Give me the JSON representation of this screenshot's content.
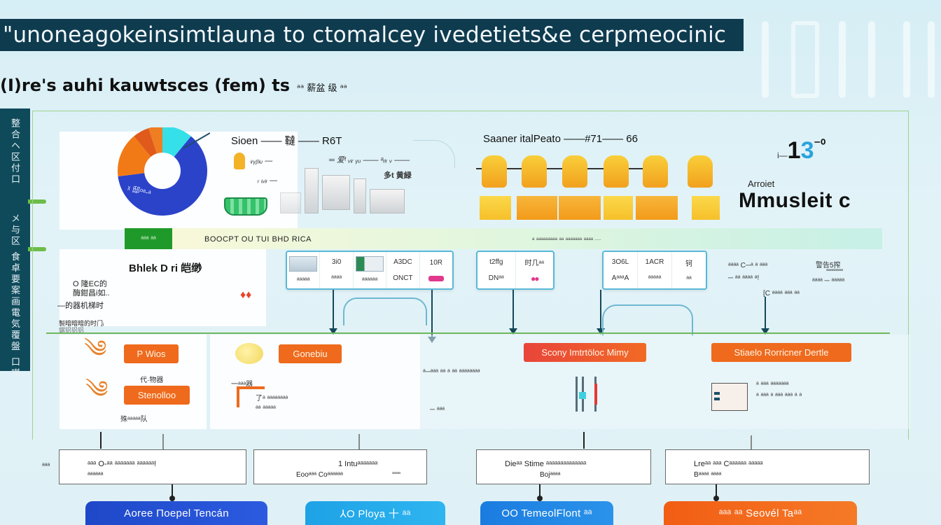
{
  "header": {
    "title": "\"unoneagokeinsimtlauna to ctomalcey ivedetiets&e cerpmeocinic",
    "subtitle": "(I)re's auhi kauwtsces (fem) ts",
    "subtitle_tail": "ᵃᵃ  薪盆   级 ᵃᵃ"
  },
  "sidebar": {
    "labels": [
      "整合ヘ区付口",
      "メ与区 食卓要案画電気覆盤 口㘇"
    ]
  },
  "donut_chart": {
    "label": "ᵡ 邸ᵒᵃ-ᵃ",
    "segments": [
      {
        "name": "blue",
        "share": 0.62,
        "color": "#2b43c9"
      },
      {
        "name": "orange",
        "share": 0.16,
        "color": "#f27a16"
      },
      {
        "name": "dark-orange",
        "share": 0.06,
        "color": "#e05a1c"
      },
      {
        "name": "amber",
        "share": 0.05,
        "color": "#ef7d22"
      },
      {
        "name": "cyan",
        "share": 0.11,
        "color": "#36e0e8"
      }
    ]
  },
  "top_section_a": {
    "title": "Sioen —— 韃 —— R6T",
    "annotations": [
      "ᵢᵣᵧᵦᵢᵤ —",
      "═ 爱ᵗ ᵥᵢᵣ ᵧᵤ —— ᵃᵣᵢᵣ ᵥ ——",
      "ᵣ ᵢᵥᵢᵣ —",
      "多t 黄緑"
    ]
  },
  "top_section_b": {
    "title": "Saaner italPeato ——#71—— 66"
  },
  "stat": {
    "prefix": "i—",
    "value_main": "1",
    "value_accent": "3",
    "value_suffix": "⁻⁰",
    "caption": "Arroiet",
    "title": "Mmusleit c"
  },
  "band": {
    "tag": "ᵃᵃᵃ ᵃᵃ",
    "text": "BOOCPT OU TUI BHD RICA",
    "text_right": "ᵃ ᵃᵃᵃᵃᵃᵃᵃᵃᵃ ᵃᵃ ᵃᵃᵃᵃᵃᵃᵃ ᵃᵃᵃᵃ ···"
  },
  "mid_panel": {
    "heading": "Bhlek D ri 皑缈",
    "lines": [
      "O 隆EC的",
      "酶鉗昌i如..",
      "—的器机梯时",
      "製暗暗暗的时门ᵢ",
      "鋸铝铝铝"
    ]
  },
  "card_strips": [
    {
      "cells": [
        {
          "top": "thumb",
          "bottom": "ᵃᵃᵃᵃᵃ"
        },
        {
          "top": "3i0",
          "bottom": "ᵃᵃᵃᵃ"
        },
        {
          "top": "thumb-green",
          "bottom": "ᵃᵃᵃᵃᵃᵃ"
        },
        {
          "top": "A3DC",
          "bottom": "ONCT"
        },
        {
          "top": "10R",
          "bottom": "pink"
        }
      ]
    },
    {
      "cells": [
        {
          "top": "t2ffg",
          "bottom": "DNᵃᵃ"
        },
        {
          "top": "时几ᵃᵃ",
          "bottom": "pink-dots"
        }
      ]
    },
    {
      "cells": [
        {
          "top": "3O6L",
          "bottom": "AᵃᵃᵃA"
        },
        {
          "top": "1ACR",
          "bottom": "ᵃᵃᵃᵃᵃ"
        },
        {
          "top": "钶",
          "bottom": "ᵃᵃ"
        }
      ]
    }
  ],
  "side_notes": [
    "ᵃᵃᵃᵃ C─ᵃ ᵃ ᵃᵃᵃ",
    "─ ᵃᵃ ᵃᵃᵃᵃ ᵃ!",
    "警告5搾",
    "ᵃᵃᵃᵃᵃᵃᵃᵃ",
    "ᵃᵃᵃᵃ ─ ᵃᵃᵃᵃᵃ",
    "[C ᵃᵃᵃᵃ ᵃᵃᵃ ᵃᵃ"
  ],
  "lower": {
    "tags": [
      "P Wios",
      "Stenolloo",
      "Gonebiu",
      "Scony Imtrtöloc Mimy",
      "Stiaelo Rorricner Dertle"
    ],
    "left_notes": [
      "代·物器",
      "殊ᵃᵃᵃᵃᵃ队"
    ],
    "mid_notes": [
      "一ᵃᵃᵃ器",
      "了ᵃ ᵃᵃᵃᵃᵃᵃᵃᵃ",
      "ᵃᵃ ᵃᵃᵃᵃᵃ"
    ],
    "right_notes": [
      "ᵃ─ᵃᵃᵃ ᵃᵃ ᵃ ᵃᵃ ᵃᵃᵃᵃᵃᵃᵃᵃ",
      "─ ᵃᵃᵃ",
      "ᵃ ᵃᵃᵃ ᵃᵃᵃᵃᵃᵃᵃ",
      "ᵃ ᵃᵃᵃ ᵃ ᵃᵃᵃ ᵃᵃᵃ ᵃ ᵃ"
    ]
  },
  "steps": [
    {
      "line1": "ᵃᵃᵃ O-ᵃᵃ ᵃᵃᵃᵃᵃᵃᵃ ᵃᵃᵃᵃᵃᵃ!",
      "line2": "ᵃᵃᵃᵃᵃᵃ",
      "left_label": "ᵃᵃᵃ"
    },
    {
      "line1": "1 Intuᵃᵃᵃᵃᵃᵃᵃ",
      "line2": "Eooᵃᵃᵃ Coᵃᵃᵃᵃᵃᵃ",
      "aside": "ᵃᵃᵃᵃ"
    },
    {
      "line1": "Dieᵃᵃ Stime ᵃᵃᵃᵃᵃᵃᵃᵃᵃᵃᵃᵃᵃᵃ",
      "line2": "Bojᵃᵃᵃᵃ"
    },
    {
      "line1": "Lreᵃᵃ ᵃᵃᵃ Cᵃᵃᵃᵃᵃᵃ ᵃᵃᵃᵃᵃ",
      "line2": "Bᵃᵃᵃᵃ ᵃᵃᵃᵃ"
    }
  ],
  "pills": [
    {
      "label": "Aoree Ποepel Tencán",
      "color": "#1e48c8"
    },
    {
      "label": "⅄O    Ploya 十 ᵃᵃ",
      "color": "#1ea2e6"
    },
    {
      "label": "OO  TemeolFlont ᵃᵃ",
      "color": "#1b7ce0"
    },
    {
      "label": "ᵃᵃᵃ     ᵃᵃ     Seovél Taᵃᵃ",
      "color": "#f25d14"
    }
  ]
}
